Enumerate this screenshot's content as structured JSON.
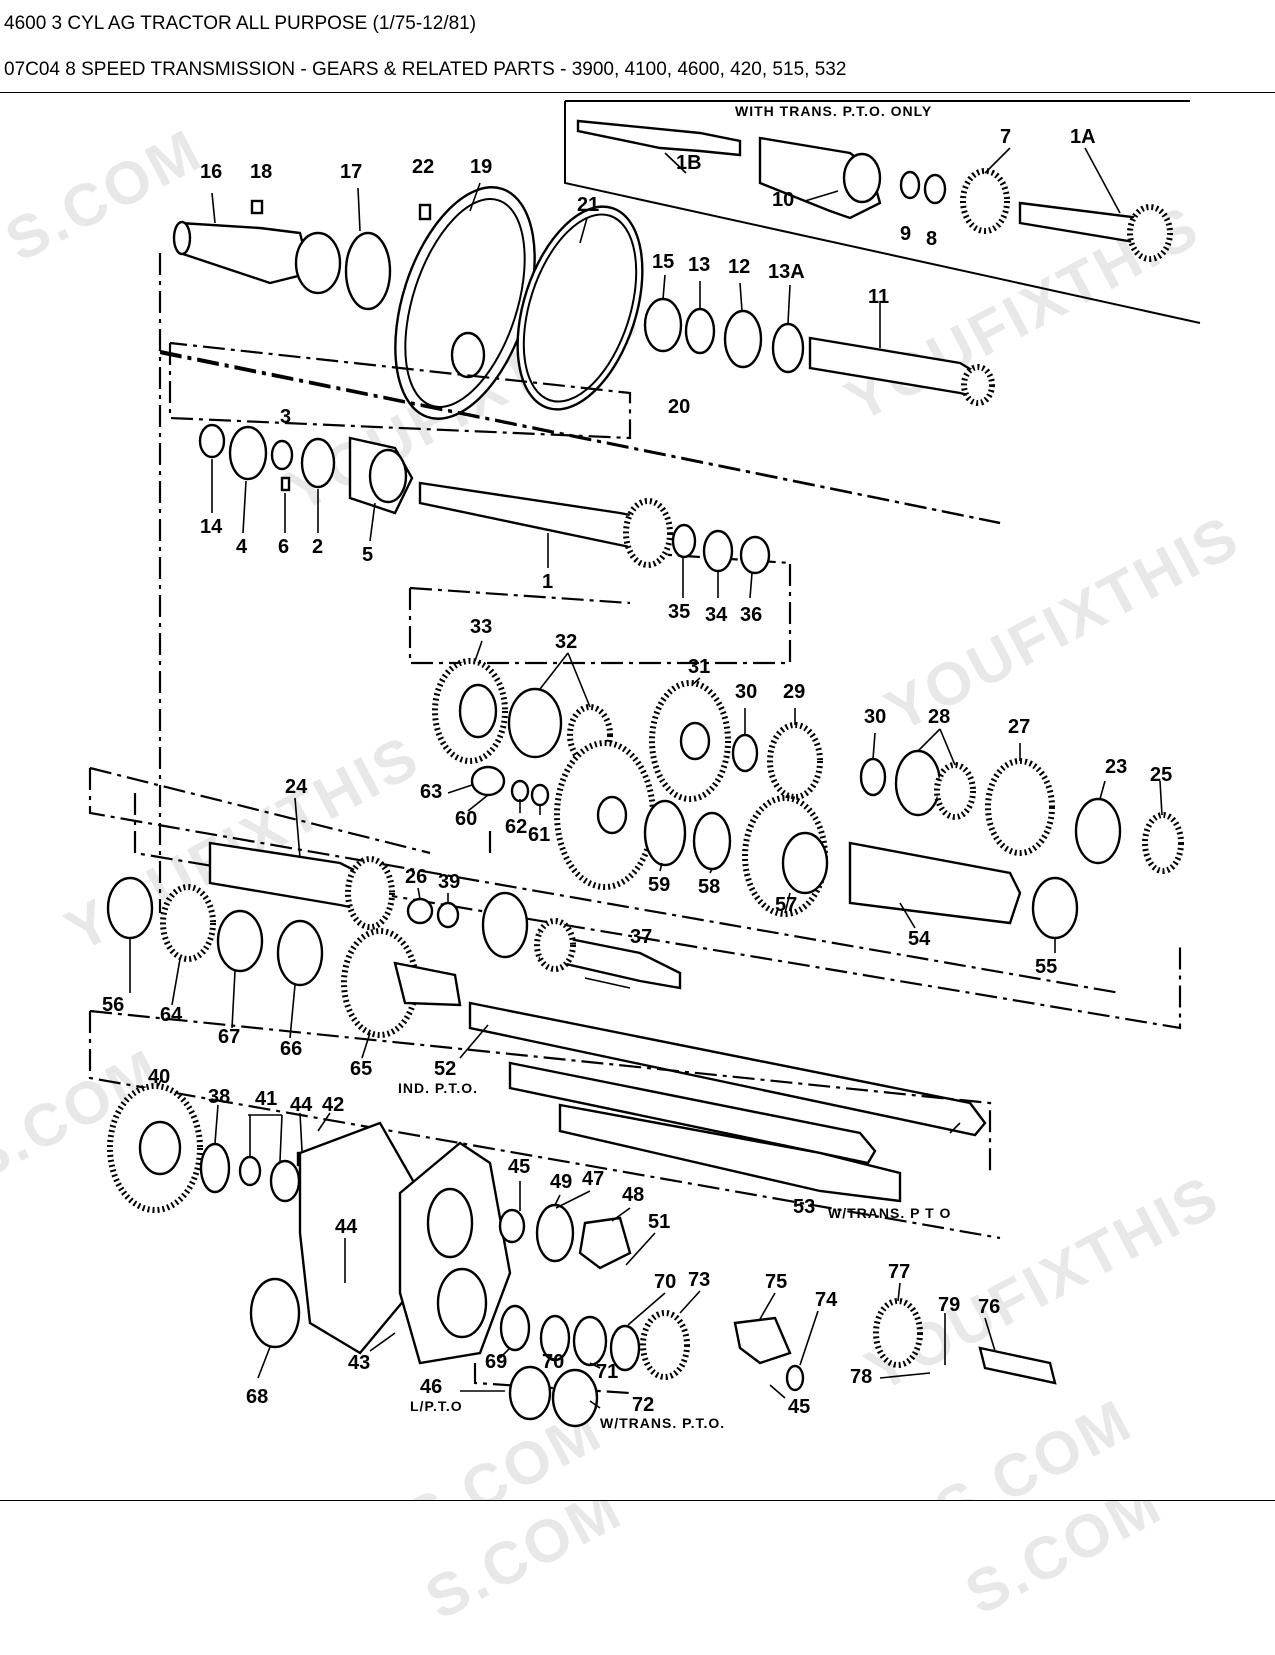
{
  "header": {
    "line1": "4600 3 CYL AG TRACTOR ALL PURPOSE (1/75-12/81)",
    "line2": "07C04 8 SPEED TRANSMISSION - GEARS & RELATED PARTS - 3900, 4100, 4600, 420, 515, 532"
  },
  "diagram": {
    "annotations": {
      "trans_pto_only": "WITH TRANS. P.T.O. ONLY",
      "ind_pto": "IND. P.T.O.",
      "w_trans_pto_53": "W/TRANS. P T O",
      "l_pto": "L/P.T.O",
      "w_trans_pto_72": "W/TRANS. P.T.O."
    },
    "watermark": {
      "text_com": "S.COM",
      "text_brand": "YOUFIXTHIS"
    },
    "parts": [
      "1A",
      "1B",
      "7",
      "10",
      "9",
      "8",
      "16",
      "18",
      "17",
      "22",
      "19",
      "21",
      "15",
      "13",
      "12",
      "13A",
      "11",
      "20",
      "3",
      "14",
      "4",
      "6",
      "2",
      "5",
      "1",
      "35",
      "34",
      "36",
      "33",
      "32",
      "31",
      "30",
      "29",
      "30",
      "28",
      "27",
      "23",
      "25",
      "24",
      "63",
      "60",
      "62",
      "61",
      "59",
      "58",
      "57",
      "54",
      "55",
      "26",
      "39",
      "37",
      "56",
      "64",
      "67",
      "66",
      "65",
      "52",
      "40",
      "38",
      "41",
      "44",
      "42",
      "45",
      "49",
      "47",
      "48",
      "51",
      "53",
      "44",
      "68",
      "43",
      "70",
      "73",
      "75",
      "74",
      "77",
      "79",
      "76",
      "69",
      "70",
      "71",
      "78",
      "45",
      "46",
      "72"
    ]
  }
}
